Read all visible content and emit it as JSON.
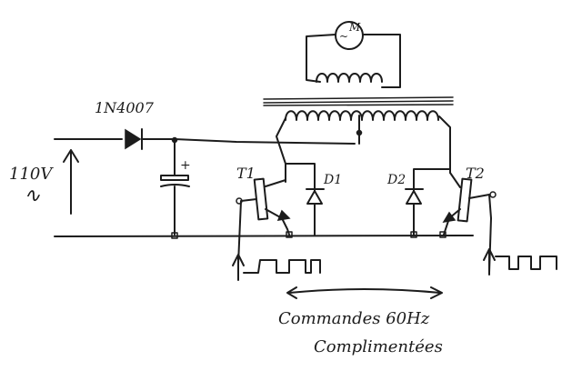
{
  "labels": {
    "diode_part": "1N4007",
    "supply_voltage": "110V",
    "ac_symbol": "∿",
    "capacitor_polarity": "+",
    "t1": "T1",
    "d1": "D1",
    "d2": "D2",
    "t2": "T2",
    "motor_symbol": "~",
    "motor_letter": "M",
    "caption_line1": "Commandes 60Hz",
    "caption_line2": "Complimentées"
  }
}
